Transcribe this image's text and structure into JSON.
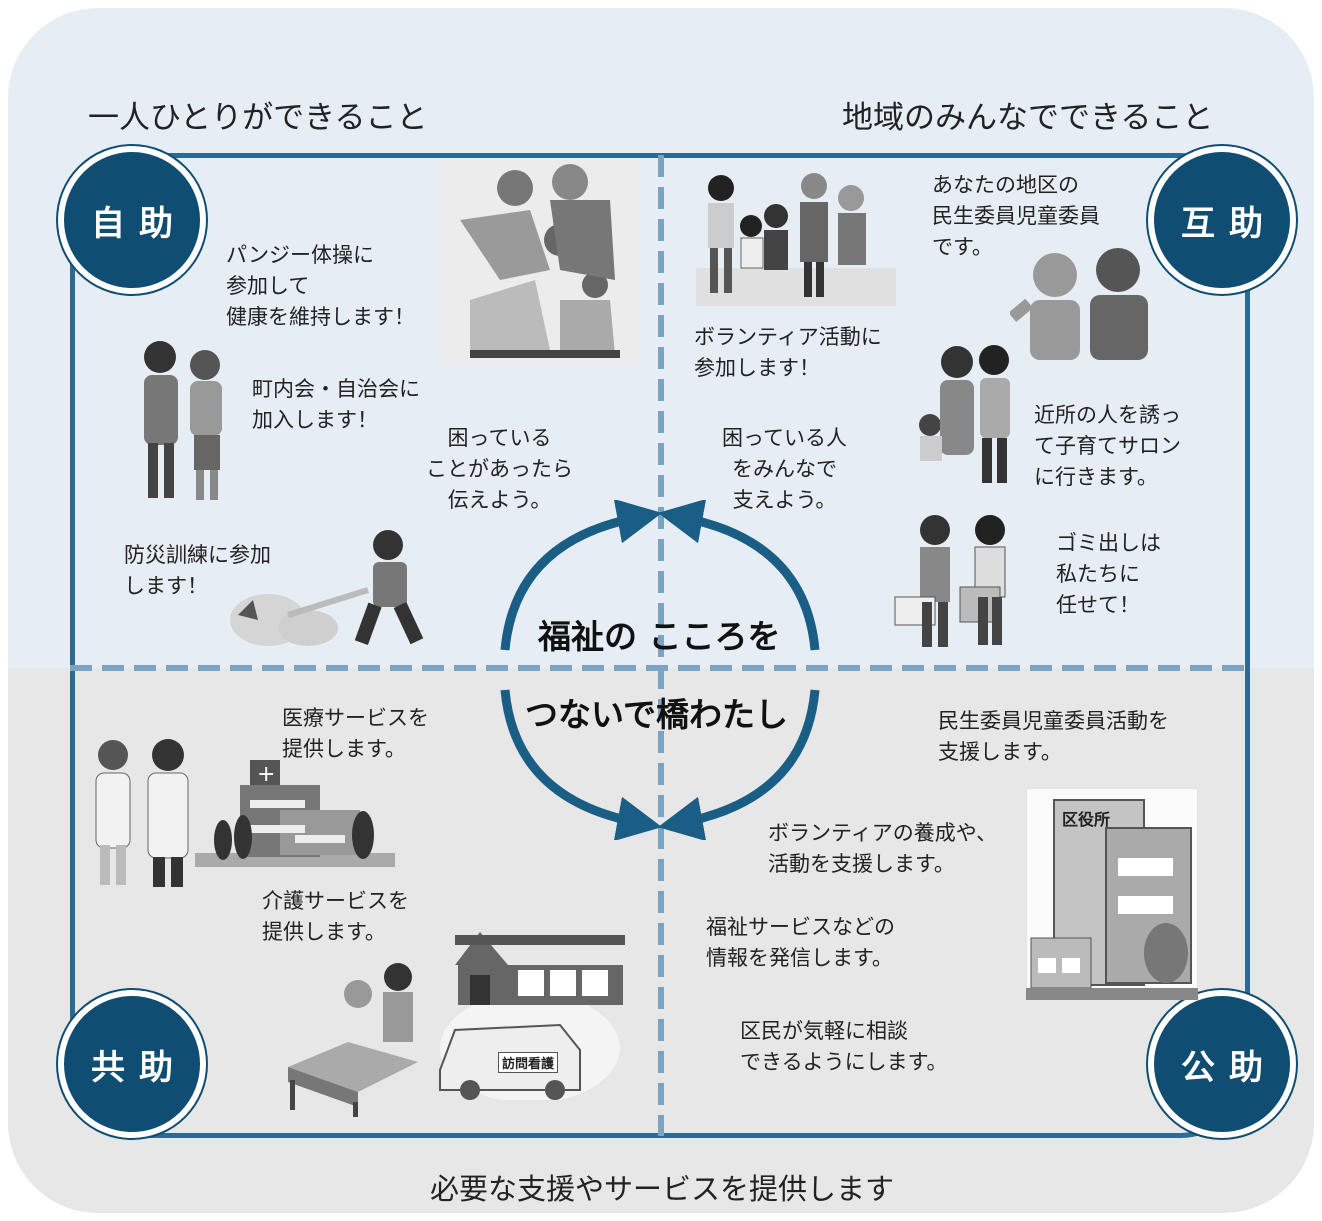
{
  "headers": {
    "top_left": "一人ひとりができること",
    "top_right": "地域のみんなでできること",
    "bottom": "必要な支援やサービスを提供します"
  },
  "badges": {
    "jijo": "自助",
    "gojo": "互助",
    "kyojo": "共助",
    "kojo": "公助"
  },
  "center": {
    "line1": "福祉の こころを",
    "line2": "つないで橋わたし"
  },
  "jijo_items": {
    "pansy": "パンジー体操に\n参加して\n健康を維持します！",
    "chonaikai": "町内会・自治会に\n加入します！",
    "bosai": "防災訓練に参加\nします！",
    "komatte": "困っている\nことがあったら\n伝えよう。"
  },
  "gojo_items": {
    "volunteer": "ボランティア活動に\n参加します！",
    "minsei": "あなたの地区の\n民生委員児童委員\nです。",
    "kosodate": "近所の人を誘っ\nて子育てサロン\nに行きます。",
    "gomi": "ゴミ出しは\n私たちに\n任せて！",
    "sasaeyo": "困っている人\nをみんなで\n支えよう。"
  },
  "kyojo_items": {
    "iryo": "医療サービスを\n提供します。",
    "kaigo": "介護サービスを\n提供します。",
    "van_label": "訪問看護"
  },
  "kojo_items": {
    "minsei_shien": "民生委員児童委員活動を\n支援します。",
    "volunteer_shien": "ボランティアの養成や、\n活動を支援します。",
    "joho": "福祉サービスなどの\n情報を発信します。",
    "sodan": "区民が気軽に相談\nできるようにします。",
    "kuyakusho_label": "区役所"
  },
  "colors": {
    "badge": "#0f4d73",
    "frame": "#2b6a93",
    "dash": "#7aa4c4",
    "arrow": "#1a5e86",
    "top_bg": "#e6edf4",
    "bottom_bg": "#e7e7e7"
  }
}
